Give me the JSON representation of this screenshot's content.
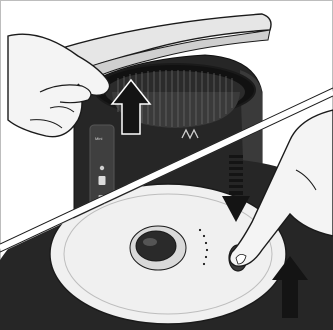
{
  "panels": {
    "top": {
      "name": "lid-open-filter-lift"
    },
    "bottom": {
      "name": "water-tank-release-button"
    }
  },
  "device": {
    "brand_text": "Mini"
  },
  "arrows": {
    "filter_lift": {
      "direction": "up"
    },
    "button_press": {
      "direction": "down",
      "style": "dashed"
    },
    "tank_lift": {
      "direction": "up"
    }
  },
  "colors": {
    "device_body": "#262626",
    "lid": "#e6e6e6",
    "tank_top": "#f0f0f0",
    "skin": "#f4f4f4",
    "outline": "#1a1a1a"
  }
}
